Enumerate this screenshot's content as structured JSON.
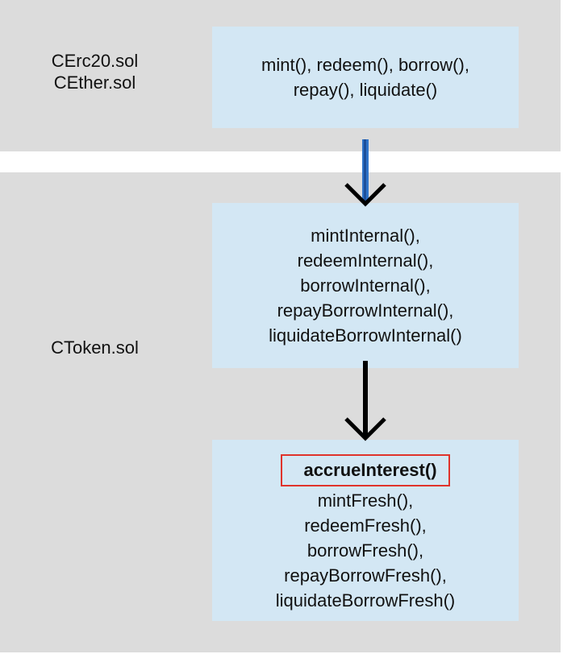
{
  "top_section": {
    "file_lines": [
      "CErc20.sol",
      "CEther.sol"
    ],
    "box_lines": [
      "mint(), redeem(), borrow(),",
      "repay(), liquidate()"
    ]
  },
  "bottom_section": {
    "file_label": "CToken.sol",
    "internal_box_lines": [
      "mintInternal(),",
      "redeemInternal(),",
      "borrowInternal(),",
      "repayBorrowInternal(),",
      "liquidateBorrowInternal()"
    ],
    "fresh_box": {
      "highlighted": "accrueInterest()",
      "lines": [
        "mintFresh(),",
        "redeemFresh(),",
        "borrowFresh(),",
        "repayBorrowFresh(),",
        "liquidateBorrowFresh()"
      ]
    }
  },
  "colors": {
    "panel": "#dcdcdc",
    "box": "#d3e7f4",
    "highlight_border": "#e0332b",
    "arrow_1": "#2e73c9",
    "arrow_2": "#000000"
  },
  "icons": [
    "arrow-down-blue",
    "arrow-down-black"
  ]
}
